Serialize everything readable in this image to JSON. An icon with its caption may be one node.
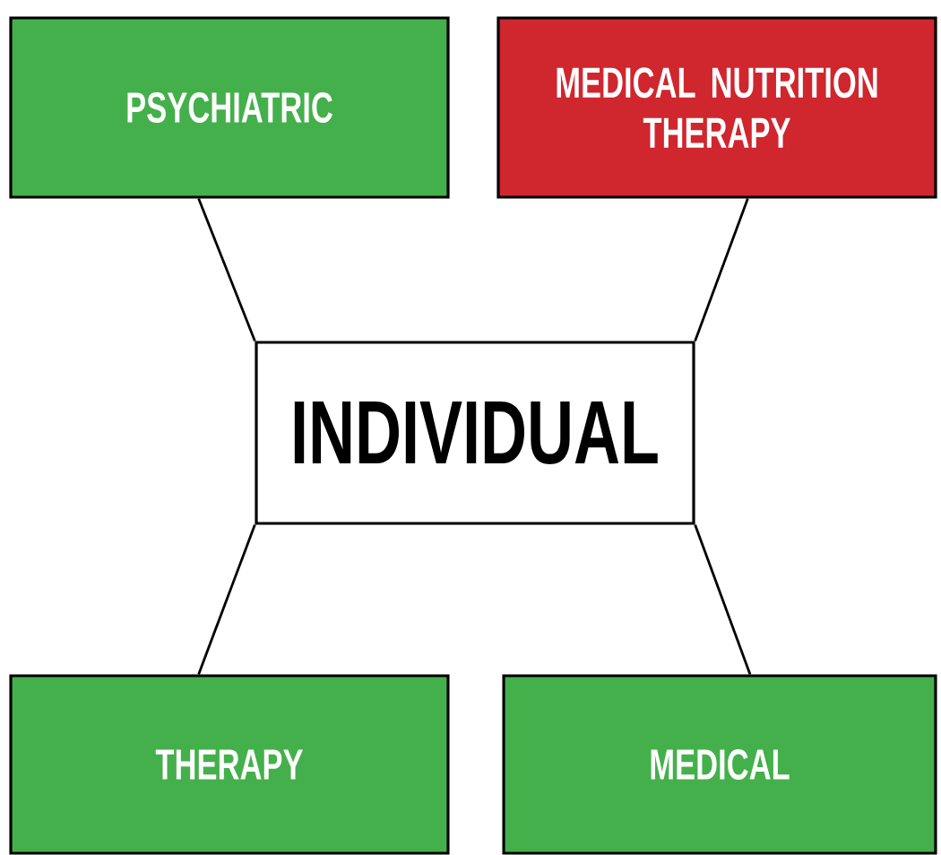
{
  "diagram": {
    "nodes": [
      {
        "text": [
          "PSYCHIATRIC"
        ]
      },
      {
        "text": [
          "MEDICAL NUTRITION THERAPY"
        ]
      },
      {
        "text": [
          "INDIVIDUAL"
        ]
      },
      {
        "text": [
          "THERAPY"
        ]
      },
      {
        "text": [
          "MEDICAL"
        ]
      }
    ],
    "edges": [
      {
        "from": 0,
        "to": 2,
        "arrow": "none"
      },
      {
        "from": 1,
        "to": 2,
        "arrow": "none"
      },
      {
        "from": 2,
        "to": 3,
        "arrow": "none"
      },
      {
        "from": 2,
        "to": 4,
        "arrow": "none"
      }
    ]
  }
}
